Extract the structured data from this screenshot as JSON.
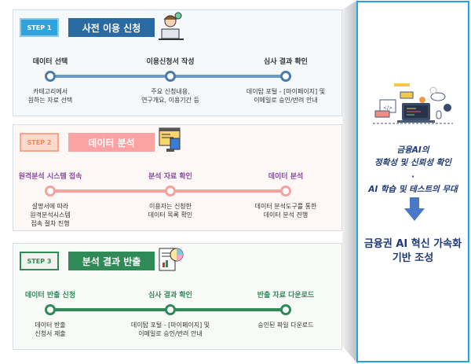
{
  "steps": [
    {
      "tag": "STEP 1",
      "title": "사전 이용 신청",
      "icon": "person-laptop-icon",
      "colors": {
        "tag_bg": "#2fa3dc",
        "tag_text": "#ffffff",
        "bar": "#2a6aa3",
        "line": "#6b9ac9",
        "node": "#4a7bab",
        "label": "#333333"
      },
      "nodes": [
        {
          "label": "데이터 선택",
          "desc": [
            "카테고리에서",
            "원하는 자료 선택"
          ]
        },
        {
          "label": "이용신청서 작성",
          "desc": [
            "주요 신청내용,",
            "연구개요, 이용기간 등"
          ]
        },
        {
          "label": "심사 결과 확인",
          "desc": [
            "데이탑 포털 - [마이페이지] 및",
            "이메일로 승인/반려 안내"
          ]
        }
      ]
    },
    {
      "tag": "STEP 2",
      "title": "데이터 분석",
      "icon": "code-monitor-database-icon",
      "colors": {
        "tag_bg": "#fcd9cc",
        "tag_text": "#ef8a5a",
        "bar": "#fba3a3",
        "line": "#f5a3a0",
        "node": "#f5a3a0",
        "label": "#8a4aa0"
      },
      "nodes": [
        {
          "label": "원격분석 시스템 접속",
          "desc": [
            "설명서에 따라",
            "원격분석시스템",
            "접속 절차 진행"
          ]
        },
        {
          "label": "분석 자료 확인",
          "desc": [
            "이용자는 신청한",
            "데이터 목록 확인"
          ]
        },
        {
          "label": "데이터 분석",
          "desc": [
            "데이터 분석도구를 통한",
            "데이터 분석 진행"
          ]
        }
      ]
    },
    {
      "tag": "STEP 3",
      "title": "분석 결과 반출",
      "icon": "report-pie-chart-icon",
      "colors": {
        "tag_bg": "#f2f3ee",
        "tag_text": "#2e8a57",
        "bar": "#2e8a57",
        "line": "#2e8a57",
        "node": "#2e8a57",
        "label": "#2e8a57"
      },
      "nodes": [
        {
          "label": "데이터 반출 신청",
          "desc": [
            "데이터 반출",
            "신청서 제출"
          ]
        },
        {
          "label": "심사 결과 확인",
          "desc": [
            "데이탑 포털 - [마이페이지] 및",
            "이메일로 승인/반려 안내"
          ]
        },
        {
          "label": "반출 자료 다운로드",
          "desc": [
            "승인된 파일 다운로드"
          ]
        }
      ]
    }
  ],
  "right_panel": {
    "illustration": "developer-workspace-icon",
    "italic_lines": [
      "금융AI의",
      "정확성 및 신뢰성 확인",
      "·",
      "AI 학습 및 테스트의 무대"
    ],
    "arrow": "arrow-down-icon",
    "result_lines": [
      "금융권 AI 혁신 가속화",
      "기반 조성"
    ],
    "border_color": "#1fa6e0",
    "text_color": "#1e3a78"
  }
}
